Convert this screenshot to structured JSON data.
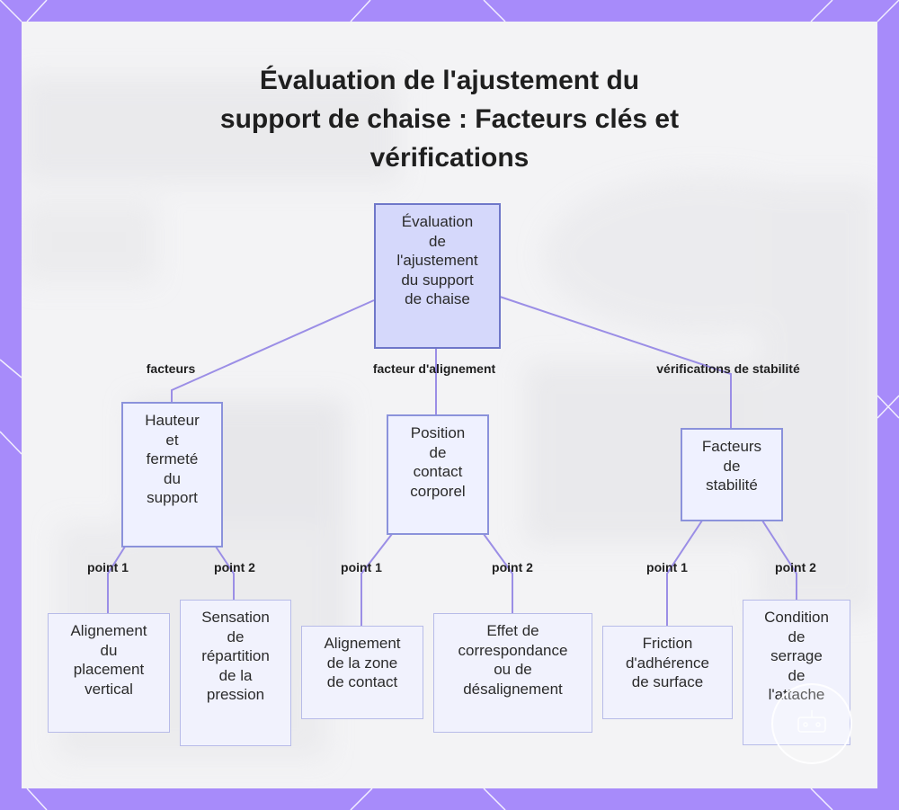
{
  "title_lines": [
    "Évaluation de l'ajustement du",
    "support de chaise : Facteurs clés et",
    "vérifications"
  ],
  "colors": {
    "frame": "#a78bfa",
    "edge": "#9b8ee6",
    "root_fill": "#d5d8fb",
    "node_fill": "#f1f2fd"
  },
  "nodes": {
    "root": {
      "lines": [
        "Évaluation",
        "de",
        "l'ajustement",
        "du support",
        "de chaise"
      ]
    },
    "hauteur": {
      "lines": [
        "Hauteur",
        "et",
        "fermeté",
        "du",
        "support"
      ]
    },
    "position": {
      "lines": [
        "Position",
        "de",
        "contact",
        "corporel"
      ]
    },
    "stabilite": {
      "lines": [
        "Facteurs",
        "de",
        "stabilité"
      ]
    },
    "alignement_vertical": {
      "lines": [
        "Alignement",
        "du",
        "placement",
        "vertical"
      ]
    },
    "sensation": {
      "lines": [
        "Sensation",
        "de",
        "répartition",
        "de la",
        "pression"
      ]
    },
    "alignement_contact": {
      "lines": [
        "Alignement",
        "de la zone",
        "de contact"
      ]
    },
    "effet": {
      "lines": [
        "Effet de",
        "correspondance",
        "ou de",
        "désalignement"
      ]
    },
    "friction": {
      "lines": [
        "Friction",
        "d'adhérence",
        "de surface"
      ]
    },
    "condition": {
      "lines": [
        "Condition",
        "de",
        "serrage",
        "de",
        "l'attache"
      ]
    }
  },
  "edge_labels": {
    "facteurs": "facteurs",
    "facteur_alignement": "facteur d'alignement",
    "verifications": "vérifications de stabilité",
    "h_point1": "point 1",
    "h_point2": "point 2",
    "p_point1": "point 1",
    "p_point2": "point 2",
    "s_point1": "point 1",
    "s_point2": "point 2"
  }
}
